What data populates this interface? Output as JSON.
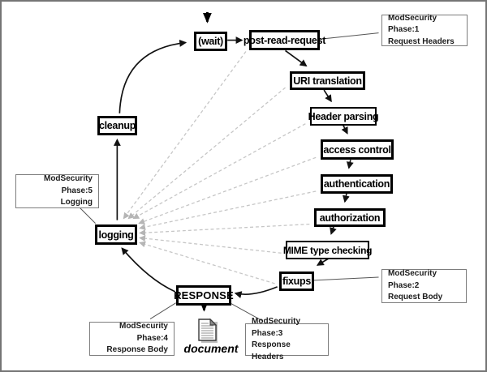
{
  "diagram": {
    "title_implied": "Apache request cycle with ModSecurity phases",
    "nodes": {
      "wait": "(wait)",
      "post_read_request": "post-read-request",
      "uri_translation": "URI translation",
      "header_parsing": "Header parsing",
      "access_control": "access control",
      "authentication": "authentication",
      "authorization": "authorization",
      "mime_type_checking": "MIME type checking",
      "fixups": "fixups",
      "response": "RESPONSE",
      "logging": "logging",
      "cleanup": "cleanup"
    },
    "annotations": {
      "phase1": {
        "title": "ModSecurity Phase:1",
        "subtitle": "Request Headers"
      },
      "phase2": {
        "title": "ModSecurity Phase:2",
        "subtitle": "Request Body"
      },
      "phase3": {
        "title": "ModSecurity Phase:3",
        "subtitle": "Response Headers"
      },
      "phase4": {
        "title": "ModSecurity Phase:4",
        "subtitle": "Response Body"
      },
      "phase5": {
        "title": "ModSecurity Phase:5",
        "subtitle": "Logging"
      }
    },
    "document_label": "document",
    "colors": {
      "background": "#ffffff",
      "node_border": "#000000",
      "annotation_border": "#7d7d7d",
      "solid_arrow": "#111111",
      "dashed_arrow": "#c6c6c6",
      "connector_line": "#555555",
      "outer_border": "#757575"
    }
  }
}
